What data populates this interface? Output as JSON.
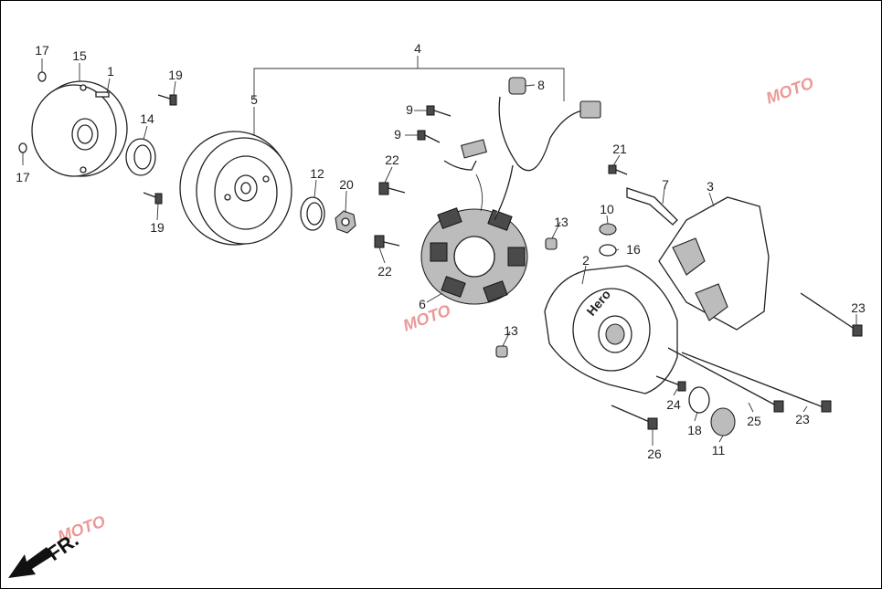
{
  "diagram": {
    "labels": {
      "p1": "1",
      "p2": "2",
      "p3": "3",
      "p4": "4",
      "p5": "5",
      "p6": "6",
      "p7": "7",
      "p8": "8",
      "p9a": "9",
      "p9b": "9",
      "p10": "10",
      "p11": "11",
      "p12": "12",
      "p13a": "13",
      "p13b": "13",
      "p14": "14",
      "p15": "15",
      "p16": "16",
      "p17a": "17",
      "p17b": "17",
      "p18": "18",
      "p19a": "19",
      "p19b": "19",
      "p20": "20",
      "p21": "21",
      "p22a": "22",
      "p22b": "22",
      "p23a": "23",
      "p23b": "23",
      "p24": "24",
      "p25": "25",
      "p26": "26"
    },
    "cover_brand": "Hero",
    "direction_label": "FR.",
    "watermark": "MOTO"
  }
}
